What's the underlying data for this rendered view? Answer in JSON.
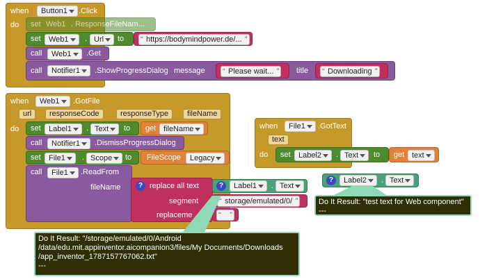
{
  "block1": {
    "when": "when",
    "component": "Button1",
    "event": ".Click",
    "do": "do",
    "line1": {
      "set": "set",
      "component": "Web1",
      "prop": ". ResponseFileNam..."
    },
    "line2": {
      "set": "set",
      "component": "Web1",
      "prop": "Url",
      "to": "to",
      "value": "https://bodymindpower.de/..."
    },
    "line3": {
      "call": "call",
      "component": "Web1",
      "method": ".Get"
    },
    "line4": {
      "call": "call",
      "component": "Notifier1",
      "method": ".ShowProgressDialog",
      "message_label": "message",
      "message": "Please wait...",
      "title_label": "title",
      "title": "Downloading"
    }
  },
  "block2": {
    "when": "when",
    "component": "Web1",
    "event": ".GotFile",
    "params": [
      "url",
      "responseCode",
      "responseType",
      "fileName"
    ],
    "do": "do",
    "line1": {
      "set": "set",
      "component": "Label1",
      "prop": "Text",
      "to": "to",
      "get": "get",
      "var": "fileName"
    },
    "line2": {
      "call": "call",
      "component": "Notifier1",
      "method": ".DismissProgressDialog"
    },
    "line3": {
      "set": "set",
      "component": "File1",
      "prop": "Scope",
      "to": "to",
      "scope_label": "FileScope",
      "scope_value": "Legacy"
    },
    "line4": {
      "call": "call",
      "component": "File1",
      "method": ".ReadFrom",
      "arg_label": "fileName"
    },
    "replace": {
      "label": "replace all text",
      "segment_label": "segment",
      "replacement_label": "replaceme",
      "component": "Label1",
      "prop": "Text",
      "segment": "storage/emulated/0/",
      "replacement": " "
    }
  },
  "block3": {
    "when": "when",
    "component": "File1",
    "event": ".GotText",
    "param": "text",
    "do": "do",
    "line1": {
      "set": "set",
      "component": "Label2",
      "prop": "Text",
      "to": "to",
      "get": "get",
      "var": "text"
    }
  },
  "floating": {
    "component": "Label2",
    "prop": "Text"
  },
  "result1": {
    "line1": "Do It Result: \"test text for Web component\"",
    "line2": "---"
  },
  "result2": {
    "line1": "Do It Result: \"/storage/emulated/0/Android",
    "line2": "/data/edu.mit.appinventor.aicompanion3/files/My Documents/Downloads",
    "line3": "/app_inventor_1787157767062.txt\"",
    "line4": "---"
  },
  "colors": {
    "event": "#c69a2a",
    "setter": "#4f8a2f",
    "call": "#8a5a9e",
    "text": "#c0305e",
    "component": "#4aa27a",
    "variable": "#e2823a",
    "result_bg": "#2f2e06",
    "result_border": "#8fd9b6"
  }
}
